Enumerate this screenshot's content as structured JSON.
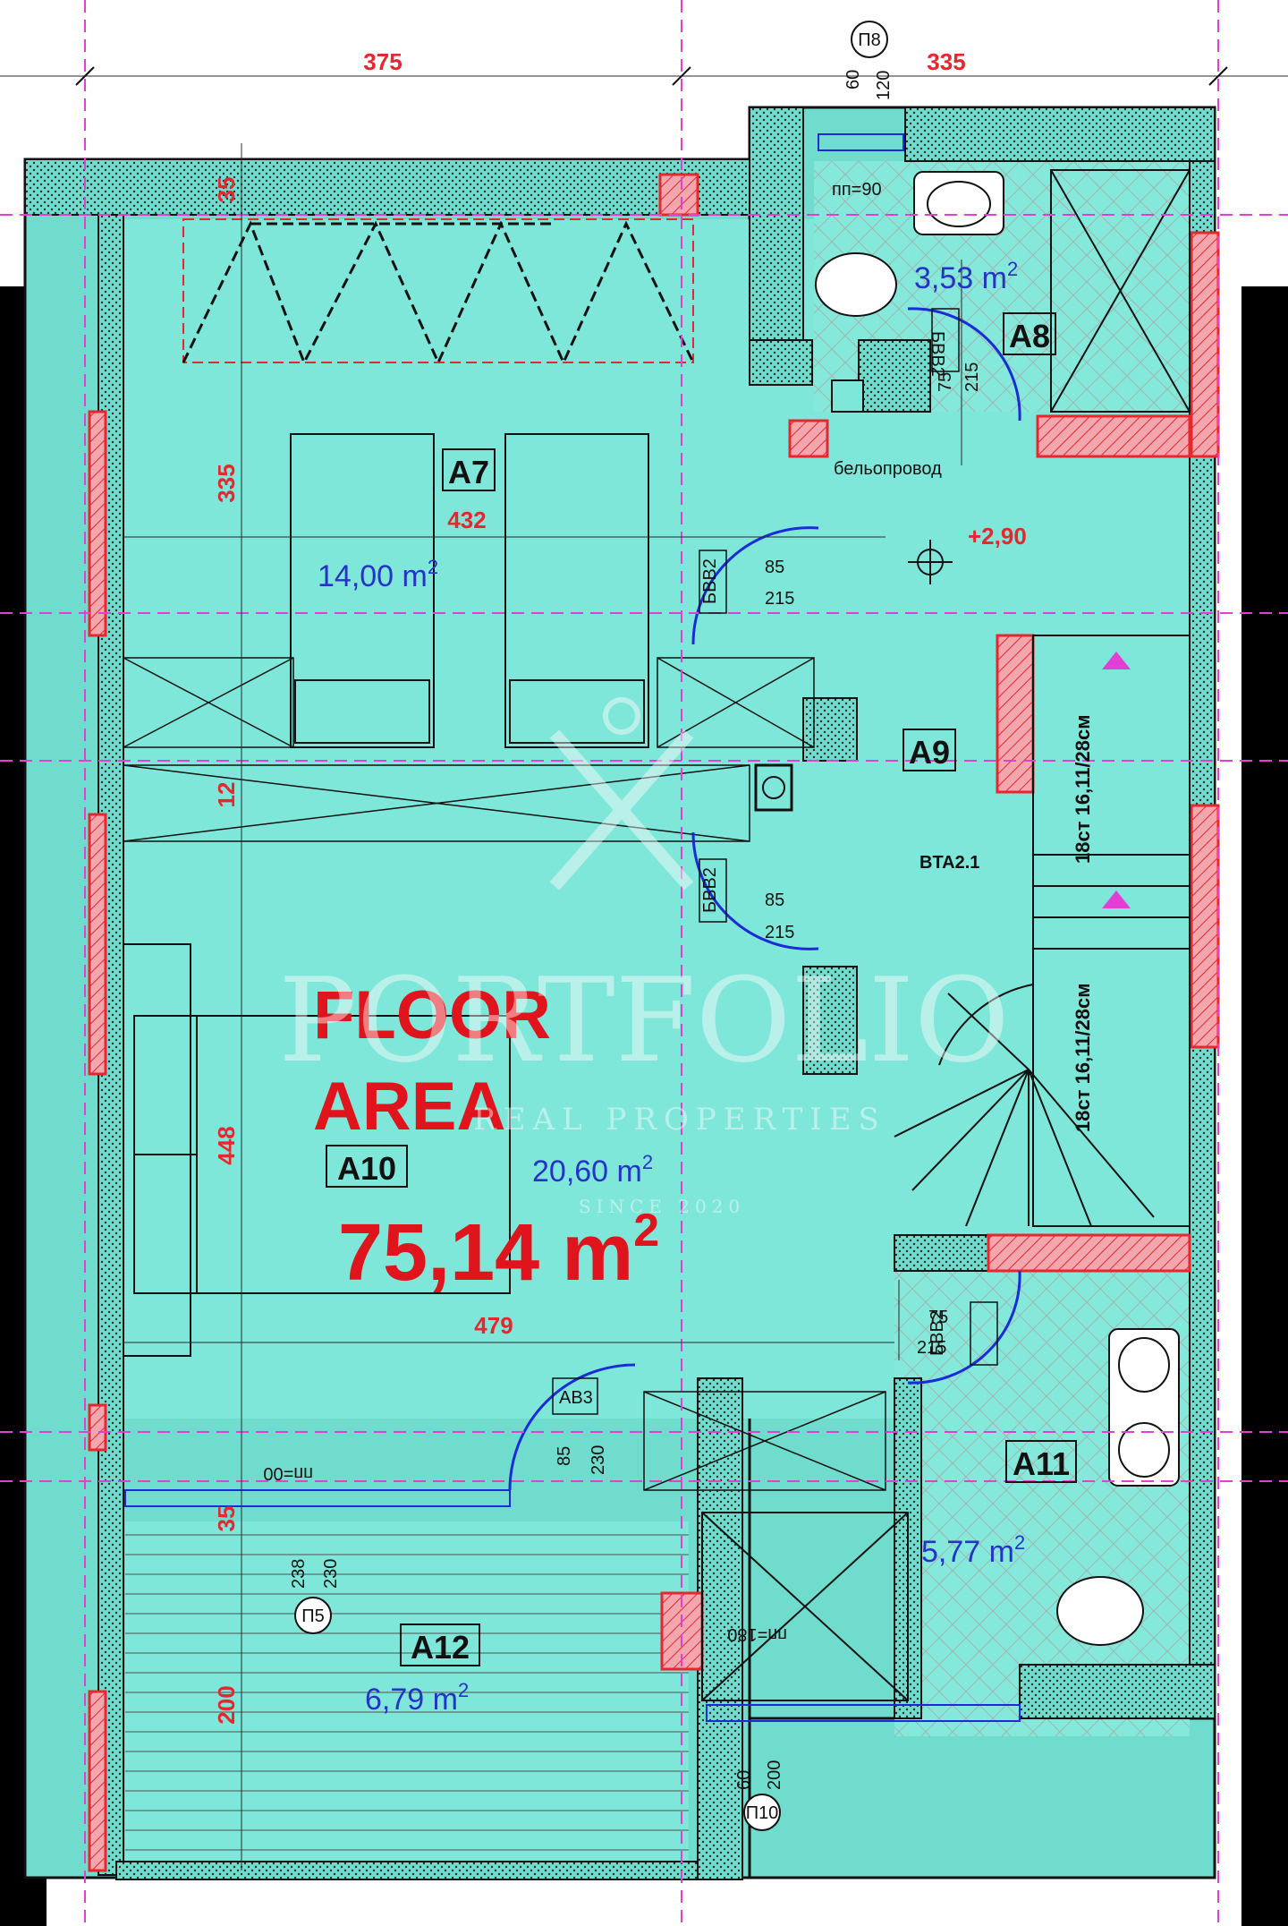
{
  "dimensions": {
    "top_left": "375",
    "top_right": "335",
    "wall_35_top": "35",
    "a7_height": "335",
    "a7_width": "432",
    "wall_12": "12",
    "a10_height": "448",
    "a10_width": "479",
    "wall_35_bottom": "35",
    "a12_height": "200"
  },
  "rooms": {
    "a7": {
      "label": "A7",
      "area_num": "14,00 m",
      "sup": "2"
    },
    "a8": {
      "label": "A8",
      "area_num": "3,53 m",
      "sup": "2"
    },
    "a9": {
      "label": "A9"
    },
    "a10": {
      "label": "A10",
      "area_num": "20,60 m",
      "sup": "2"
    },
    "a11": {
      "label": "A11",
      "area_num": "5,77 m",
      "sup": "2"
    },
    "a12": {
      "label": "A12",
      "area_num": "6,79 m",
      "sup": "2"
    }
  },
  "floor_area": {
    "line1": "FLOOR",
    "line2": "AREA",
    "value": "75,14 m",
    "sup": "2"
  },
  "doors": {
    "a8_door": {
      "code": "БВВ2",
      "w": "75",
      "h": "215"
    },
    "a7_door": {
      "code": "БВВ2",
      "w": "85",
      "h": "215"
    },
    "a10_door": {
      "code": "БВВ2",
      "w": "85",
      "h": "215"
    },
    "a11_door": {
      "code": "БВВ2",
      "w": "75",
      "h": "215"
    },
    "balcony_door": {
      "code": "АВ3",
      "w": "85",
      "h": "230"
    }
  },
  "windows": {
    "p8": {
      "code": "П8",
      "w": "60",
      "h": "120",
      "sill": "пп=90"
    },
    "p5": {
      "code": "П5",
      "w": "238",
      "h": "230",
      "sill": "пп=00"
    },
    "p10": {
      "code": "П10",
      "w": "60",
      "h": "200",
      "sill": "пп=180"
    }
  },
  "labels": {
    "laundry": "бельопровод",
    "elevation": "+2,90",
    "stair_code": "BTA2.1",
    "stair_upper": "18ст 16,11/28см",
    "stair_lower": "18ст 16,11/28см"
  },
  "watermark": {
    "brand": "PORTFOLIO",
    "tagline": "REAL PROPERTIES",
    "since": "SINCE 2020"
  },
  "colors": {
    "room_fill": "#7fe7d9",
    "wall_fill": "#6fdccd",
    "dimension": "#e8262e",
    "area_text": "#2633c8",
    "floor_area_text": "#e0141c",
    "guide_line": "#e33fd6",
    "door_arc": "#1b2bd6"
  }
}
